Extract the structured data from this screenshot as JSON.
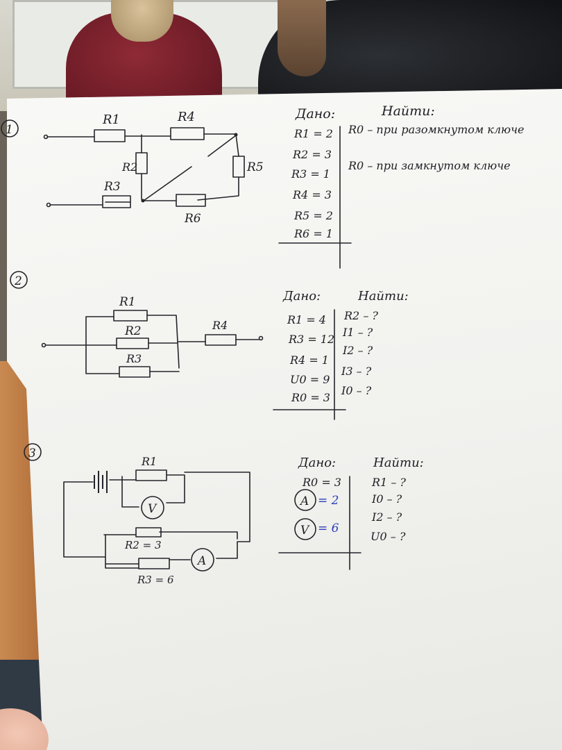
{
  "problems": [
    {
      "number": "1",
      "resistors": [
        "R1",
        "R4",
        "R2",
        "R5",
        "R3",
        "R6"
      ],
      "given_title": "Дано:",
      "find_title": "Найти:",
      "given": [
        "R1 = 2",
        "R2 = 3",
        "R3 = 1",
        "R4 = 3",
        "R5 = 2",
        "R6 = 1"
      ],
      "find": [
        "R0 – при разомкнутом ключе",
        "R0 – при замкнутом ключе"
      ]
    },
    {
      "number": "2",
      "resistors": [
        "R1",
        "R2",
        "R3",
        "R4"
      ],
      "given_title": "Дано:",
      "find_title": "Найти:",
      "given": [
        "R1 = 4",
        "R3 = 12",
        "R4 = 1",
        "U0 = 9",
        "R0 = 3"
      ],
      "find": [
        "R2 – ?",
        "I1 – ?",
        "I2 – ?",
        "I3 – ?",
        "I0 – ?"
      ]
    },
    {
      "number": "3",
      "resistors": [
        "R1",
        "R2 = 3",
        "R3 = 6"
      ],
      "meters": [
        "V",
        "A"
      ],
      "given_title": "Дано:",
      "find_title": "Найти:",
      "given": [
        "R0 = 3",
        "A",
        "= 2",
        "V",
        "= 6"
      ],
      "find": [
        "R1 – ?",
        "I0 – ?",
        "I2 – ?",
        "U0 – ?"
      ]
    }
  ]
}
